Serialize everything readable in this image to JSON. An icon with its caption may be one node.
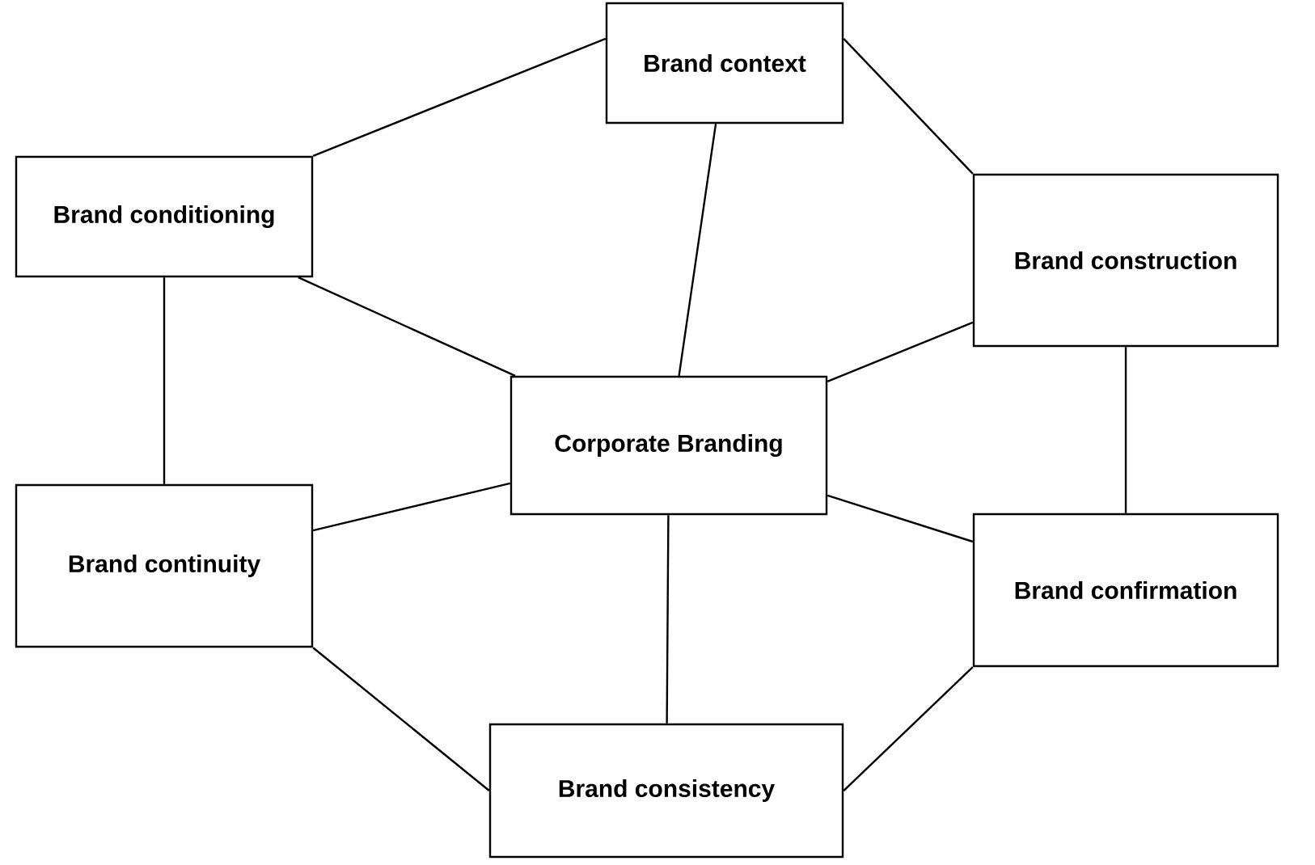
{
  "diagram": {
    "nodes": [
      {
        "text": [
          "Brand context"
        ]
      },
      {
        "text": [
          "Brand conditioning"
        ]
      },
      {
        "text": [
          "Brand construction"
        ]
      },
      {
        "text": [
          "Corporate Branding"
        ]
      },
      {
        "text": [
          "Brand continuity"
        ]
      },
      {
        "text": [
          "Brand confirmation"
        ]
      },
      {
        "text": [
          "Brand consistency"
        ]
      }
    ],
    "edges": [
      {
        "from": 0,
        "to": 1,
        "arrow": "none"
      },
      {
        "from": 0,
        "to": 2,
        "arrow": "none"
      },
      {
        "from": 0,
        "to": 3,
        "arrow": "none"
      },
      {
        "from": 1,
        "to": 3,
        "arrow": "none"
      },
      {
        "from": 2,
        "to": 3,
        "arrow": "none"
      },
      {
        "from": 1,
        "to": 4,
        "arrow": "none"
      },
      {
        "from": 2,
        "to": 5,
        "arrow": "none"
      },
      {
        "from": 4,
        "to": 3,
        "arrow": "none"
      },
      {
        "from": 5,
        "to": 3,
        "arrow": "none"
      },
      {
        "from": 3,
        "to": 6,
        "arrow": "none"
      },
      {
        "from": 4,
        "to": 6,
        "arrow": "none"
      },
      {
        "from": 5,
        "to": 6,
        "arrow": "none"
      }
    ]
  }
}
